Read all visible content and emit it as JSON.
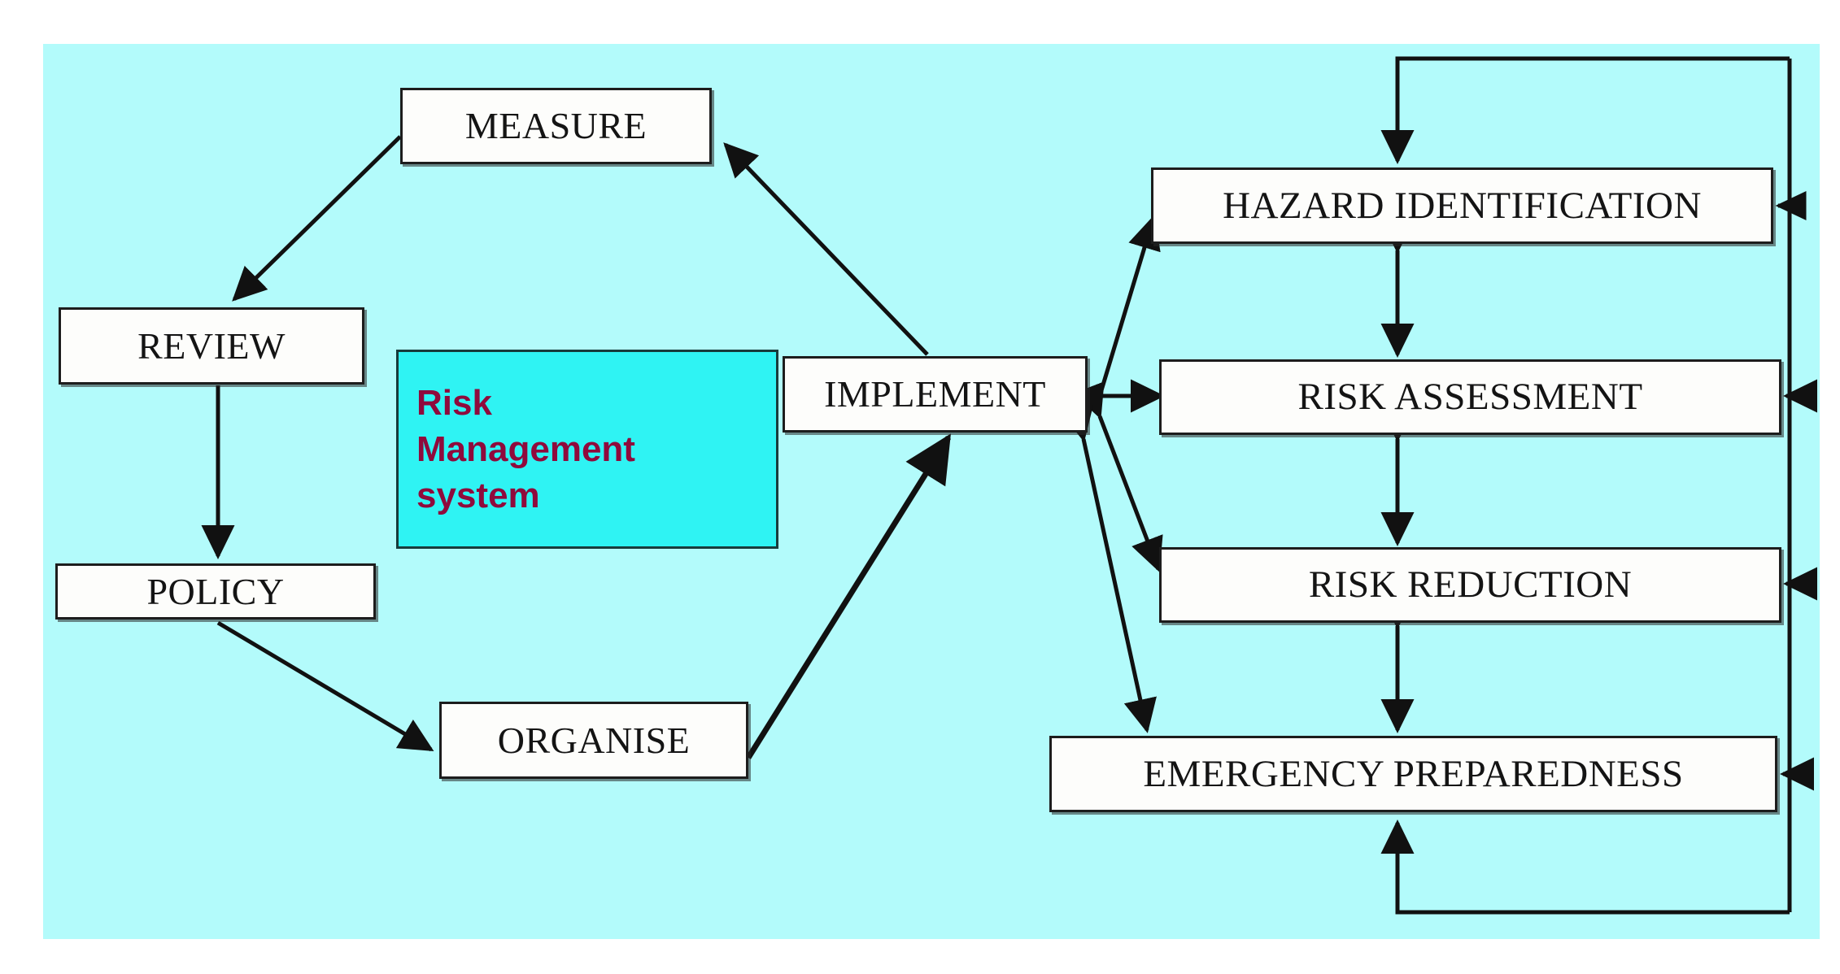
{
  "diagram": {
    "title": "Risk Management system",
    "caption_box": {
      "text": "Risk\nManagement\nsystem",
      "fill_color": "#2FF3F3",
      "text_color": "#8F0A3C"
    },
    "panel": {
      "background_color": "#B3FBFB"
    },
    "node_style": {
      "fill_color": "#FDFDFB",
      "border_color": "#1D1D1D",
      "text_color": "#141414"
    },
    "nodes": [
      {
        "id": "measure",
        "label": "MEASURE"
      },
      {
        "id": "review",
        "label": "REVIEW"
      },
      {
        "id": "policy",
        "label": "POLICY"
      },
      {
        "id": "organise",
        "label": "ORGANISE"
      },
      {
        "id": "implement",
        "label": "IMPLEMENT"
      },
      {
        "id": "hazard",
        "label": "HAZARD IDENTIFICATION"
      },
      {
        "id": "assessment",
        "label": "RISK ASSESSMENT"
      },
      {
        "id": "reduction",
        "label": "RISK REDUCTION"
      },
      {
        "id": "emergency",
        "label": "EMERGENCY PREPAREDNESS"
      }
    ],
    "edges": [
      {
        "from": "implement",
        "to": "measure",
        "direction": "one-way"
      },
      {
        "from": "measure",
        "to": "review",
        "direction": "one-way"
      },
      {
        "from": "review",
        "to": "policy",
        "direction": "one-way"
      },
      {
        "from": "policy",
        "to": "organise",
        "direction": "one-way"
      },
      {
        "from": "organise",
        "to": "implement",
        "direction": "one-way"
      },
      {
        "from": "implement",
        "to": "hazard",
        "direction": "one-way"
      },
      {
        "from": "implement",
        "to": "assessment",
        "direction": "two-way"
      },
      {
        "from": "implement",
        "to": "reduction",
        "direction": "two-way"
      },
      {
        "from": "implement",
        "to": "emergency",
        "direction": "two-way"
      },
      {
        "from": "hazard",
        "to": "assessment",
        "direction": "two-way"
      },
      {
        "from": "assessment",
        "to": "reduction",
        "direction": "two-way"
      },
      {
        "from": "reduction",
        "to": "emergency",
        "direction": "two-way"
      },
      {
        "from": "feedback-loop",
        "to": "hazard",
        "direction": "one-way"
      },
      {
        "from": "feedback-loop",
        "to": "assessment",
        "direction": "one-way"
      },
      {
        "from": "feedback-loop",
        "to": "reduction",
        "direction": "one-way"
      },
      {
        "from": "feedback-loop",
        "to": "emergency",
        "direction": "one-way"
      },
      {
        "from": "feedback-loop-top",
        "to": "hazard",
        "direction": "one-way"
      },
      {
        "from": "feedback-loop-bottom",
        "to": "emergency",
        "direction": "one-way"
      }
    ]
  }
}
